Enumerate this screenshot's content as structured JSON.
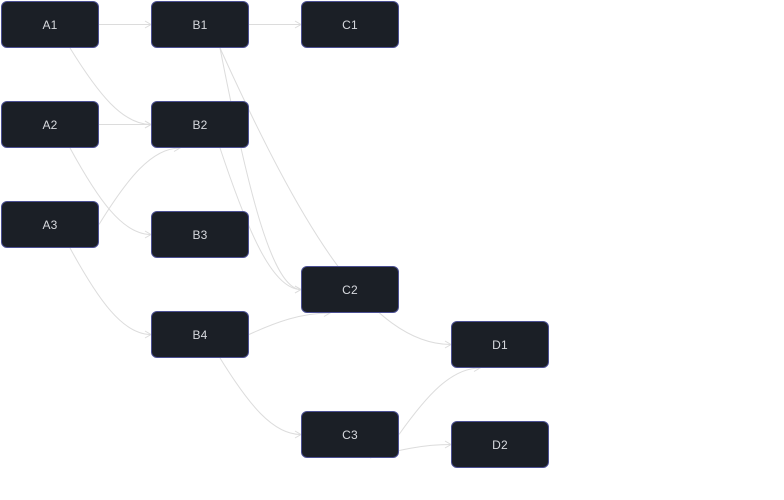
{
  "colors": {
    "node_fill": "#1b1f26",
    "node_border": "#4b4f93",
    "node_text": "#d7d9de",
    "edge": "#dcdcdc",
    "background": "#ffffff"
  },
  "nodes": {
    "A1": "A1",
    "A2": "A2",
    "A3": "A3",
    "B1": "B1",
    "B2": "B2",
    "B3": "B3",
    "B4": "B4",
    "C1": "C1",
    "C2": "C2",
    "C3": "C3",
    "D1": "D1",
    "D2": "D2"
  },
  "edges": [
    [
      "A1",
      "B1"
    ],
    [
      "A1",
      "B2"
    ],
    [
      "A2",
      "B2"
    ],
    [
      "A2",
      "B3"
    ],
    [
      "A3",
      "B2"
    ],
    [
      "A3",
      "B4"
    ],
    [
      "B1",
      "C1"
    ],
    [
      "B1",
      "C2"
    ],
    [
      "B1",
      "D1"
    ],
    [
      "B2",
      "C2"
    ],
    [
      "B4",
      "C2"
    ],
    [
      "B4",
      "C3"
    ],
    [
      "C3",
      "D1"
    ],
    [
      "C3",
      "D2"
    ]
  ]
}
